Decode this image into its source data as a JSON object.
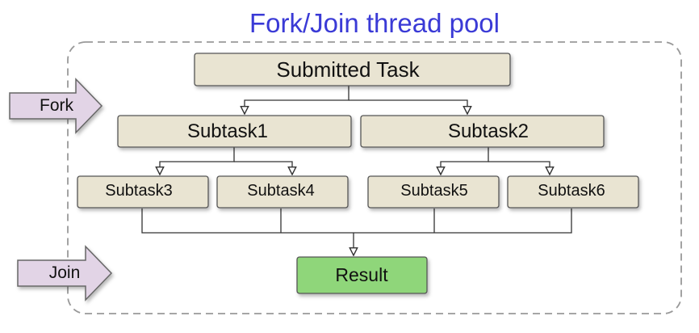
{
  "title": "Fork/Join thread pool",
  "colors": {
    "title": "#3a3ad6",
    "box_fill": "#e9e4d2",
    "box_stroke": "#555555",
    "result_fill": "#8fd67a",
    "arrow_fill": "#e2d4e6",
    "arrow_stroke": "#666666",
    "pool_border": "#999999",
    "connector": "#333333"
  },
  "side_labels": {
    "fork": "Fork",
    "join": "Join"
  },
  "nodes": {
    "root": "Submitted Task",
    "subtask1": "Subtask1",
    "subtask2": "Subtask2",
    "subtask3": "Subtask3",
    "subtask4": "Subtask4",
    "subtask5": "Subtask5",
    "subtask6": "Subtask6",
    "result": "Result"
  }
}
